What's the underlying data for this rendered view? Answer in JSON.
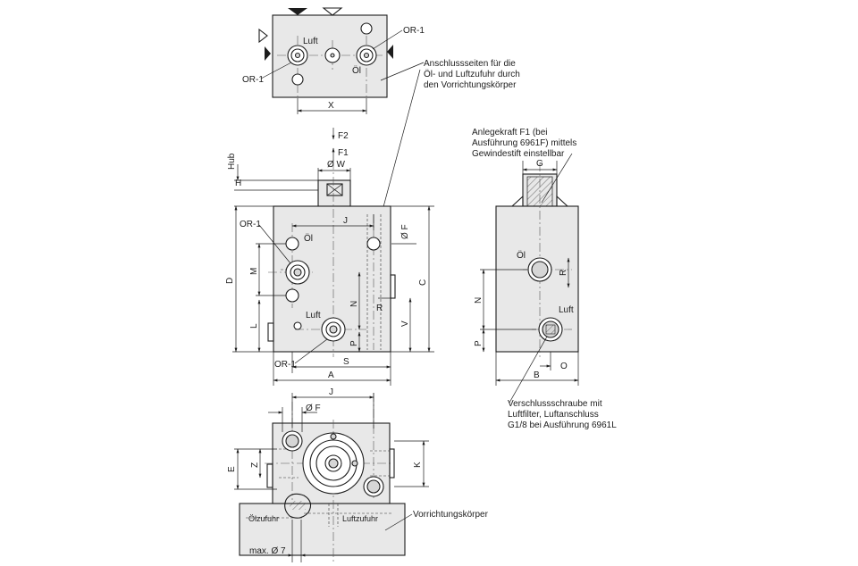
{
  "labels": {
    "luft": "Luft",
    "oel": "Öl",
    "or1": "OR-1",
    "or1_right": "OR-1",
    "x": "X",
    "f2": "F2",
    "f1": "F1",
    "w": "Ø W",
    "hub": "Hub",
    "h": "H",
    "j": "J",
    "f": "Ø F",
    "d": "D",
    "m": "M",
    "c": "C",
    "n": "N",
    "r": "R",
    "v": "V",
    "l": "L",
    "p": "P",
    "s": "S",
    "a": "A",
    "g": "G",
    "b": "B",
    "o": "O",
    "e": "E",
    "z": "Z",
    "k": "K",
    "max7": "max. Ø 7",
    "oelzufuhr": "Ölzufuhr",
    "luftzufuhr": "Luftzufuhr"
  },
  "callouts": {
    "anschluss": [
      "Anschlussseiten für die",
      "Öl- und Luftzufuhr durch",
      "den Vorrichtungskörper"
    ],
    "anlegekraft": [
      "Anlegekraft F1 (bei",
      "Ausführung 6961F) mittels",
      "Gewindestift einstellbar"
    ],
    "verschluss": [
      "Verschlussschraube mit",
      "Luftfilter, Luftanschluss",
      "G1/8 bei Ausführung 6961L"
    ],
    "vorrichtung": "Vorrichtungskörper"
  },
  "colors": {
    "line": "#1c1c1c",
    "fill": "#e8e8e8",
    "background": "#ffffff"
  }
}
